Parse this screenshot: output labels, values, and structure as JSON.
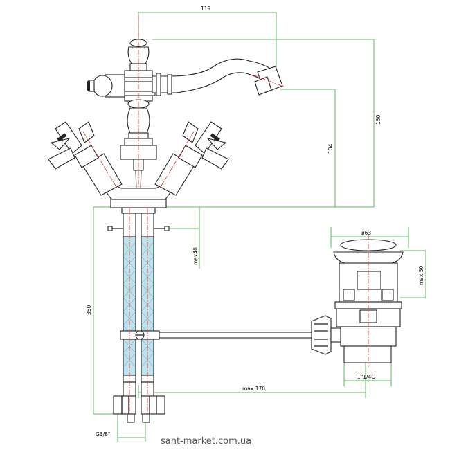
{
  "dimensions": {
    "spout_reach": "119",
    "total_height": "150",
    "spout_height": "104",
    "deck_thickness_max": "max40",
    "hose_length": "350",
    "drain_diameter": "ø63",
    "drain_height_max": "max 50",
    "drain_rod_max": "max 170",
    "drain_thread": "1\"1/4G",
    "hose_thread": "G3/8\""
  },
  "watermark": "sant-market.com.ua",
  "colors": {
    "dimension_lines": "#5cb85c",
    "center_axis": "#e23b3b",
    "outline": "#222222",
    "hoses": "#bfe3ec"
  }
}
